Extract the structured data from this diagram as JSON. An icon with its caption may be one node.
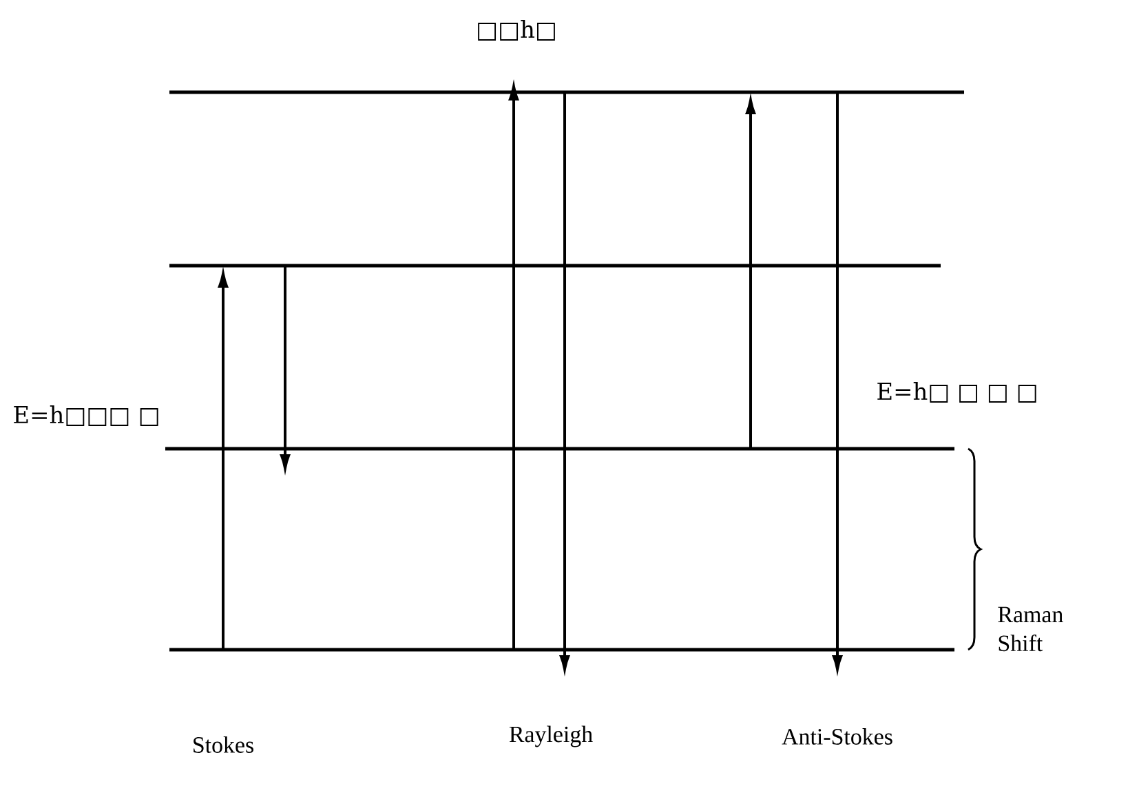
{
  "diagram": {
    "nodes": [
      {
        "text": [],
        "shape": "bar"
      },
      {
        "text": [],
        "shape": "bar"
      },
      {
        "text": [],
        "shape": "bar"
      },
      {
        "text": [],
        "shape": "bar"
      }
    ],
    "edges": [
      {
        "from": 3,
        "to": 1,
        "arrow": "to"
      },
      {
        "from": 1,
        "to": 2,
        "arrow": "to"
      },
      {
        "from": 3,
        "to": 0,
        "arrow": "to"
      },
      {
        "from": 0,
        "to": 3,
        "arrow": "to"
      },
      {
        "from": 2,
        "to": 0,
        "arrow": "to"
      },
      {
        "from": 0,
        "to": 3,
        "arrow": "to"
      }
    ],
    "labels": [
      "□□h□",
      "E=h□□□ □",
      "E=h□ □ □ □",
      "Raman Shift",
      "Stokes",
      "Rayleigh",
      "Anti-Stokes"
    ]
  }
}
